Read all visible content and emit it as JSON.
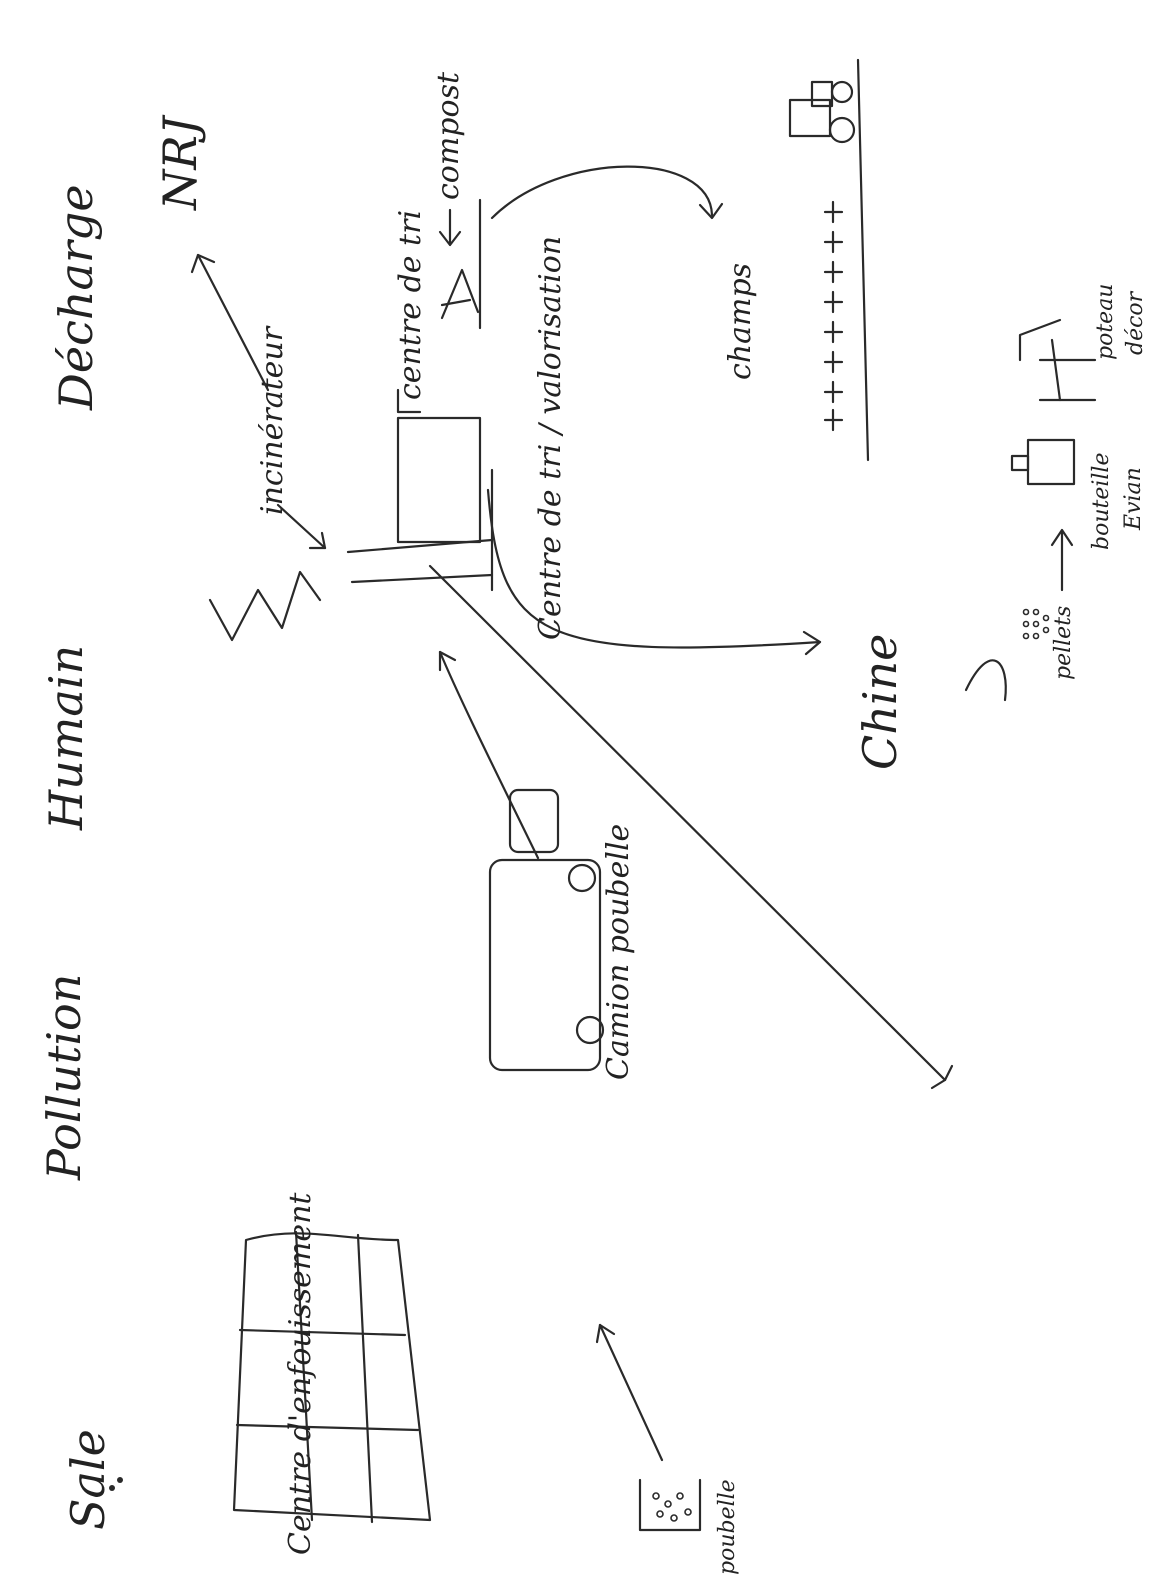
{
  "labels": {
    "sale": "Sale",
    "pollution": "Pollution",
    "humain": "Humain",
    "decharge": "Décharge",
    "nrj": "NRJ",
    "incinerateur": "incinérateur",
    "centre_de_tri_top": "centre de tri",
    "compost": "compost",
    "centre_de_tri_valorisation": "Centre de tri / valorisation",
    "champs": "champs",
    "camion_poubelle": "Camion poubelle",
    "chine": "Chine",
    "pellets": "pellets",
    "bouteille": "bouteille",
    "evian": "Evian",
    "poteau": "poteau",
    "decor": "décor",
    "poubelle": "poubelle",
    "centre_enfouissement": "Centre d'enfouissement"
  }
}
